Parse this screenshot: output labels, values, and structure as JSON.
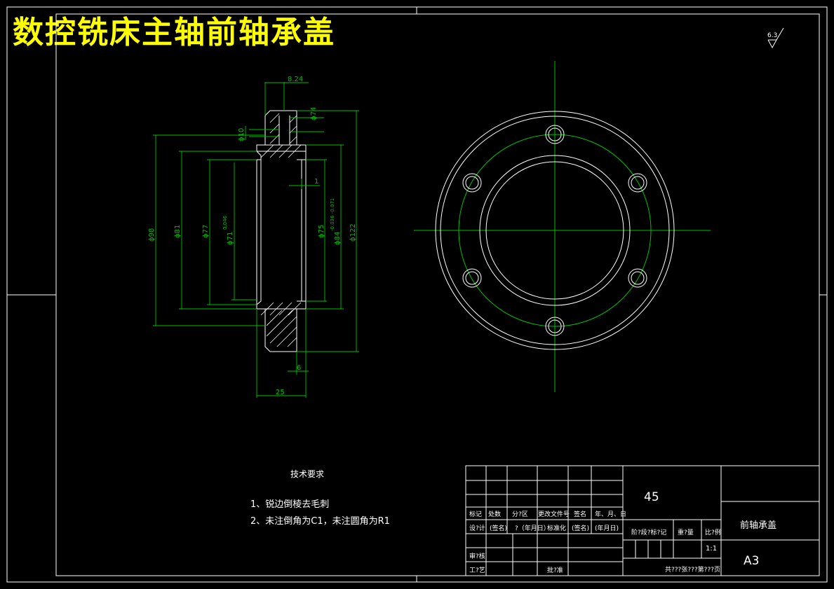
{
  "title": "数控铣床主轴前轴承盖",
  "roughness": "6.3",
  "dimensions": {
    "top_small": "8.24",
    "phi74": "ϕ74",
    "phi10": "ϕ10",
    "one": "1",
    "phi98": "ϕ98",
    "phi81": "ϕ81",
    "phi77": "ϕ77",
    "phi71_tol": "0.046",
    "phi71": "ϕ71",
    "phi75": "ϕ75",
    "phi84": "ϕ84",
    "phi84_tol": "-0.036 -0.071",
    "phi122": "ϕ122",
    "six": "6",
    "twentyfive": "25"
  },
  "tech_requirements": {
    "heading": "技术要求",
    "items": [
      "1、锐边倒棱去毛刺",
      "2、未注倒角为C1，未注圆角为R1"
    ]
  },
  "title_block": {
    "material": "45",
    "part_name": "前轴承盖",
    "sheet_size": "A3",
    "scale": "1:1",
    "row_labels": [
      "标记",
      "处数",
      "分?区",
      "更改文件号",
      "签名",
      "年、月、日"
    ],
    "design_row": [
      "设?计",
      "(签名)",
      "?（年月日）",
      "标准化",
      "(签名)",
      "(年月日)"
    ],
    "review": "审?核",
    "process": "工?艺",
    "approve": "批?准",
    "stage": "阶?段?标?记",
    "weight": "重?量",
    "ratio_label": "比?例",
    "sheets": "共???张???第???页"
  }
}
